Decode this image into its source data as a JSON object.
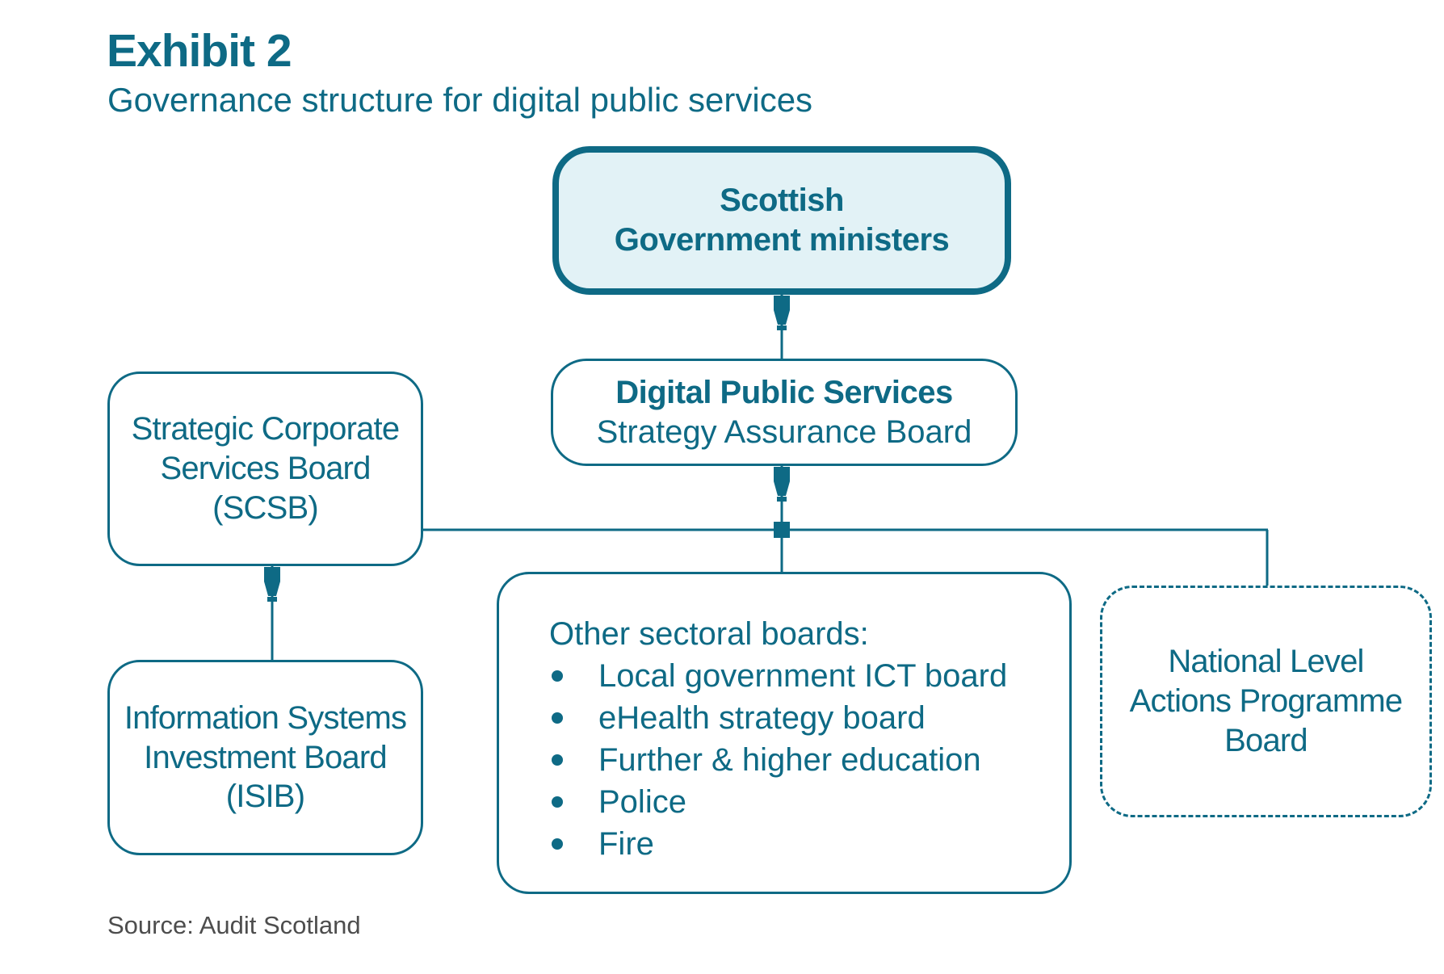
{
  "header": {
    "title": "Exhibit 2",
    "subtitle": "Governance structure for digital public services"
  },
  "nodes": {
    "ministers": {
      "lines": [
        "Scottish",
        "Government ministers"
      ]
    },
    "dps": {
      "title": "Digital Public Services",
      "subtitle": "Strategy Assurance Board"
    },
    "scsb": {
      "lines": [
        "Strategic Corporate",
        "Services Board",
        "(SCSB)"
      ]
    },
    "isib": {
      "lines": [
        "Information Systems",
        "Investment Board",
        "(ISIB)"
      ]
    },
    "other": {
      "heading": "Other sectoral boards:",
      "items": [
        "Local government ICT board",
        "eHealth strategy board",
        "Further & higher education",
        "Police",
        "Fire"
      ]
    },
    "nlap": {
      "lines": [
        "National Level",
        "Actions Programme",
        "Board"
      ]
    }
  },
  "footer": {
    "source": "Source: Audit Scotland"
  },
  "colors": {
    "primary": "#0e6a85",
    "highlight_fill": "#e2f2f6",
    "source_text": "#4d4d4d"
  }
}
